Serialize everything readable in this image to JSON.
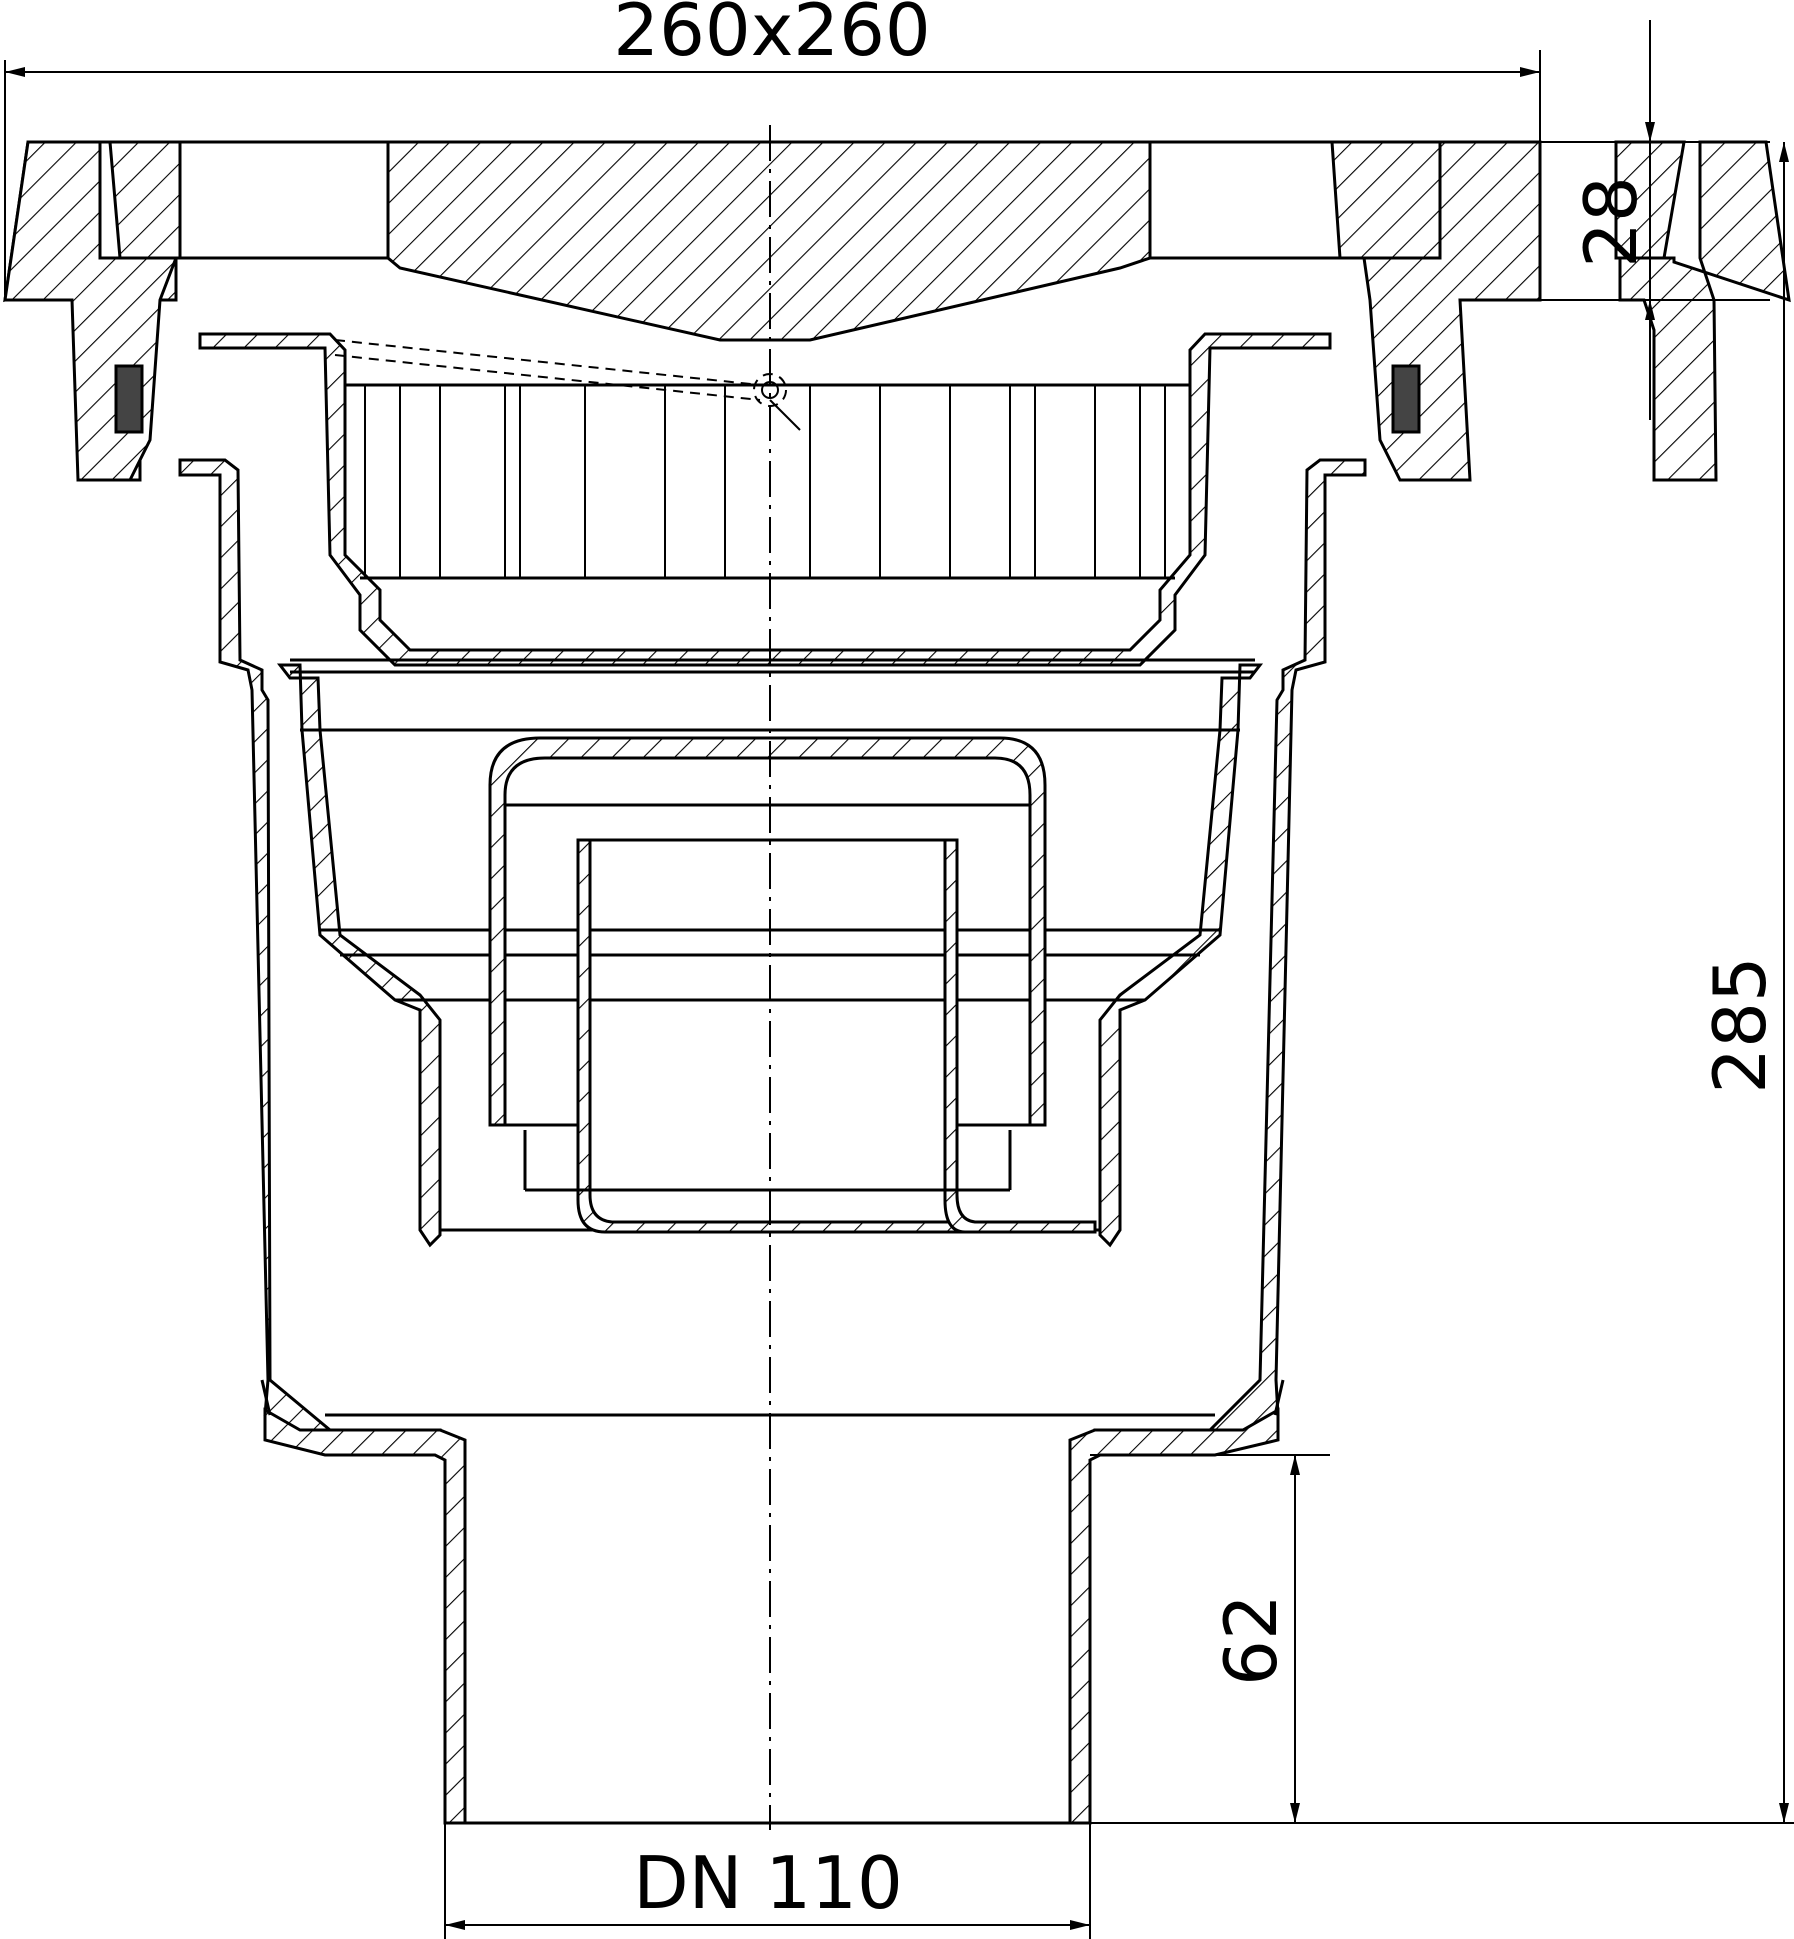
{
  "drawing": {
    "dimensions": {
      "top_width": "260x260",
      "frame_height": "28",
      "total_height": "285",
      "spigot_length": "62",
      "outlet": "DN 110"
    },
    "colors": {
      "line": "#000000",
      "background": "#ffffff"
    }
  }
}
